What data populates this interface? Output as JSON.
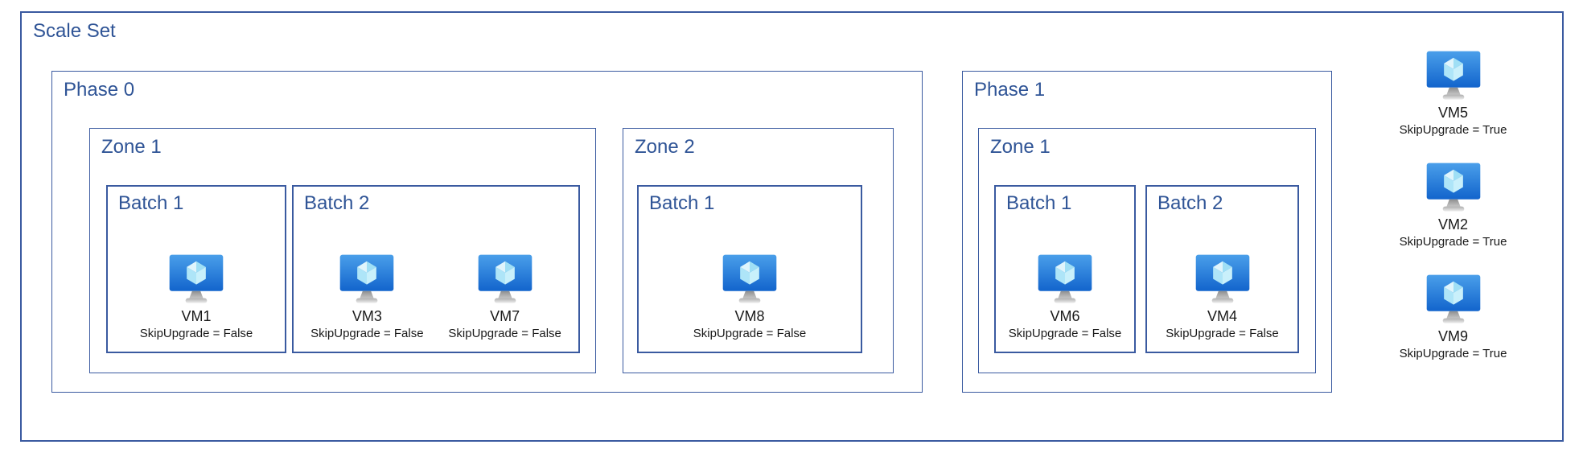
{
  "scale_set": {
    "label": "Scale Set"
  },
  "phases": [
    {
      "label": "Phase 0",
      "zones": [
        {
          "label": "Zone 1",
          "batches": [
            {
              "label": "Batch 1",
              "vms": [
                {
                  "name": "VM1",
                  "skip": "SkipUpgrade = False"
                }
              ]
            },
            {
              "label": "Batch 2",
              "vms": [
                {
                  "name": "VM3",
                  "skip": "SkipUpgrade = False"
                },
                {
                  "name": "VM7",
                  "skip": "SkipUpgrade = False"
                }
              ]
            }
          ]
        },
        {
          "label": "Zone 2",
          "batches": [
            {
              "label": "Batch 1",
              "vms": [
                {
                  "name": "VM8",
                  "skip": "SkipUpgrade = False"
                }
              ]
            }
          ]
        }
      ]
    },
    {
      "label": "Phase 1",
      "zones": [
        {
          "label": "Zone 1",
          "batches": [
            {
              "label": "Batch 1",
              "vms": [
                {
                  "name": "VM6",
                  "skip": "SkipUpgrade = False"
                }
              ]
            },
            {
              "label": "Batch 2",
              "vms": [
                {
                  "name": "VM4",
                  "skip": "SkipUpgrade = False"
                }
              ]
            }
          ]
        }
      ]
    }
  ],
  "standalone_vms": [
    {
      "name": "VM5",
      "skip": "SkipUpgrade = True"
    },
    {
      "name": "VM2",
      "skip": "SkipUpgrade = True"
    },
    {
      "name": "VM9",
      "skip": "SkipUpgrade = True"
    }
  ],
  "colors": {
    "box_border": "#3a5aa0",
    "label_text": "#2f5496",
    "vm_text": "#1a1a1a",
    "vm_monitor_top": "#4a9fea",
    "vm_monitor_bottom": "#1264cc"
  },
  "icons": {
    "vm": "azure-virtual-machine-icon"
  }
}
